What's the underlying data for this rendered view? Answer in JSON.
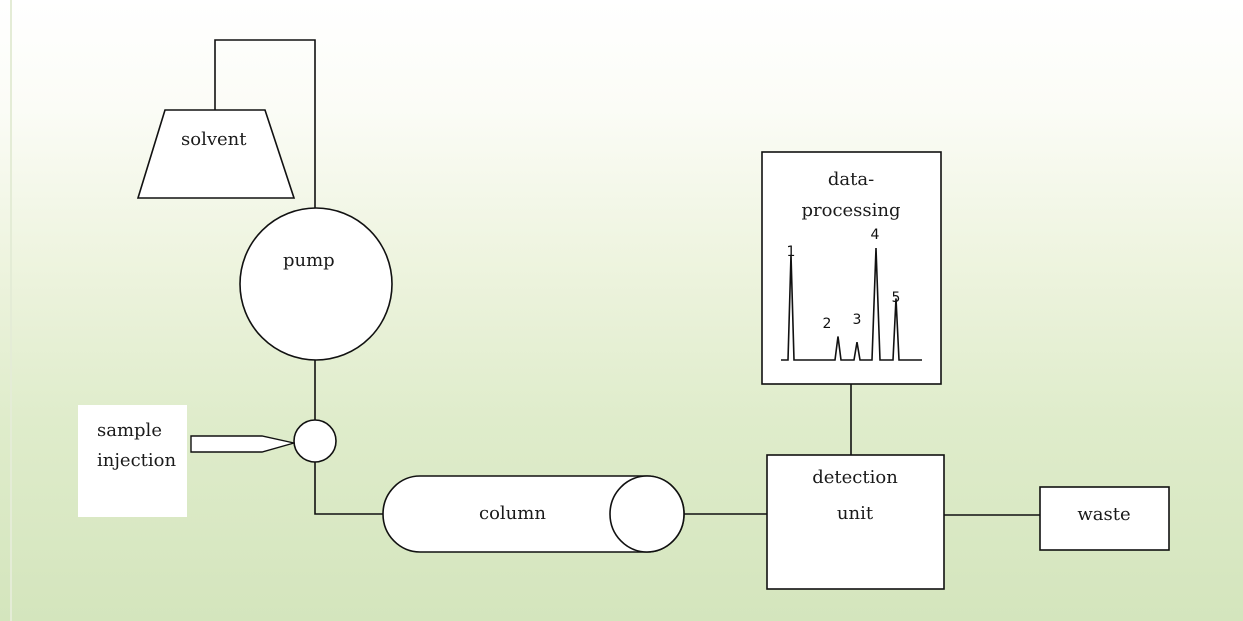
{
  "components": {
    "solvent": "solvent",
    "pump": "pump",
    "sample_injection": [
      "sample",
      "injection"
    ],
    "column": "column",
    "detection_unit": [
      "detection",
      "unit"
    ],
    "data_processing": [
      "data-",
      "processing"
    ],
    "waste": "waste"
  },
  "chromatogram": {
    "peaks": [
      {
        "label": "1",
        "height": 0.94
      },
      {
        "label": "2",
        "height": 0.21
      },
      {
        "label": "3",
        "height": 0.16
      },
      {
        "label": "4",
        "height": 1.0
      },
      {
        "label": "5",
        "height": 0.55
      }
    ]
  },
  "colors": {
    "line": "#111111",
    "shape_fill": "#ffffff",
    "background_bottom": "#d4e5bd"
  }
}
